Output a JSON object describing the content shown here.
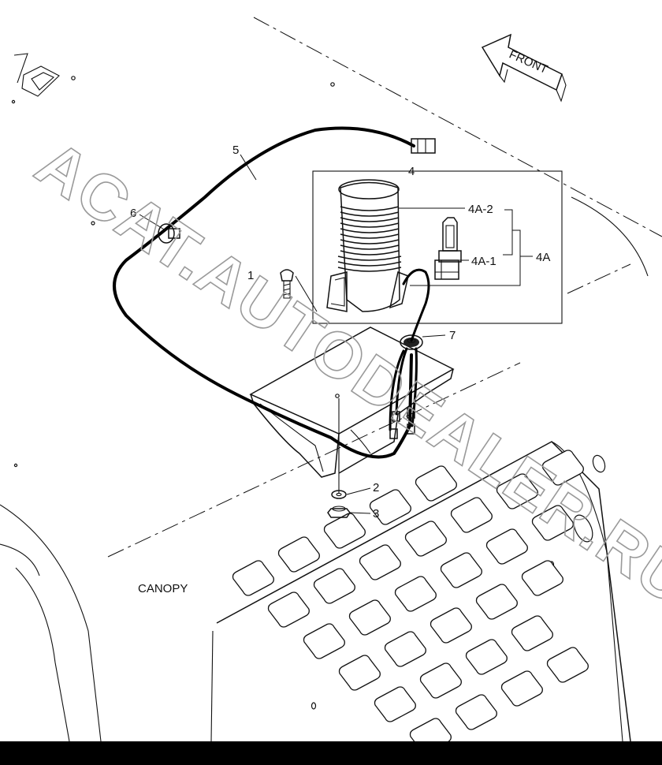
{
  "labels": {
    "front": "FRONT",
    "canopy": "CANOPY",
    "p1": "1",
    "p2": "2",
    "p3": "3",
    "p4": "4",
    "p4a": "4A",
    "p4a1": "4A-1",
    "p4a2": "4A-2",
    "p5": "5",
    "p6": "6",
    "p7": "7"
  },
  "watermark": "ACAT.AUTODEALER.RU",
  "colors": {
    "line": "#111111",
    "watermark": "#9a9a9a",
    "footer": "#000000"
  }
}
